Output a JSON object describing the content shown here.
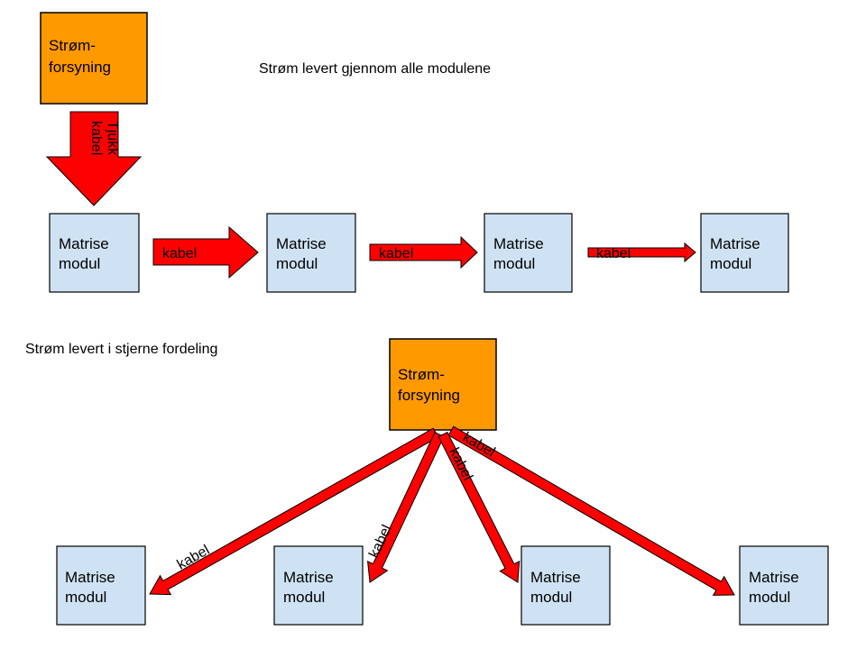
{
  "colors": {
    "power_supply": "#ff9900",
    "module": "#cfe2f3",
    "arrow": "#ff0000",
    "stroke": "#000000"
  },
  "top": {
    "caption": "Strøm levert gjennom alle modulene",
    "supply": {
      "line1": "Strøm-",
      "line2": "forsyning"
    },
    "thick_cable": {
      "line1": "Tjukk",
      "line2": "kabel"
    },
    "modules": [
      {
        "line1": "Matrise",
        "line2": "modul"
      },
      {
        "line1": "Matrise",
        "line2": "modul"
      },
      {
        "line1": "Matrise",
        "line2": "modul"
      },
      {
        "line1": "Matrise",
        "line2": "modul"
      }
    ],
    "cables": [
      {
        "label": "kabel"
      },
      {
        "label": "kabel"
      },
      {
        "label": "kabel"
      }
    ]
  },
  "bottom": {
    "caption": "Strøm levert i stjerne fordeling",
    "supply": {
      "line1": "Strøm-",
      "line2": "forsyning"
    },
    "modules": [
      {
        "line1": "Matrise",
        "line2": "modul"
      },
      {
        "line1": "Matrise",
        "line2": "modul"
      },
      {
        "line1": "Matrise",
        "line2": "modul"
      },
      {
        "line1": "Matrise",
        "line2": "modul"
      }
    ],
    "cables": [
      {
        "label": "kabel"
      },
      {
        "label": "kabel"
      },
      {
        "label": "kabel"
      },
      {
        "label": "kabel"
      }
    ]
  }
}
